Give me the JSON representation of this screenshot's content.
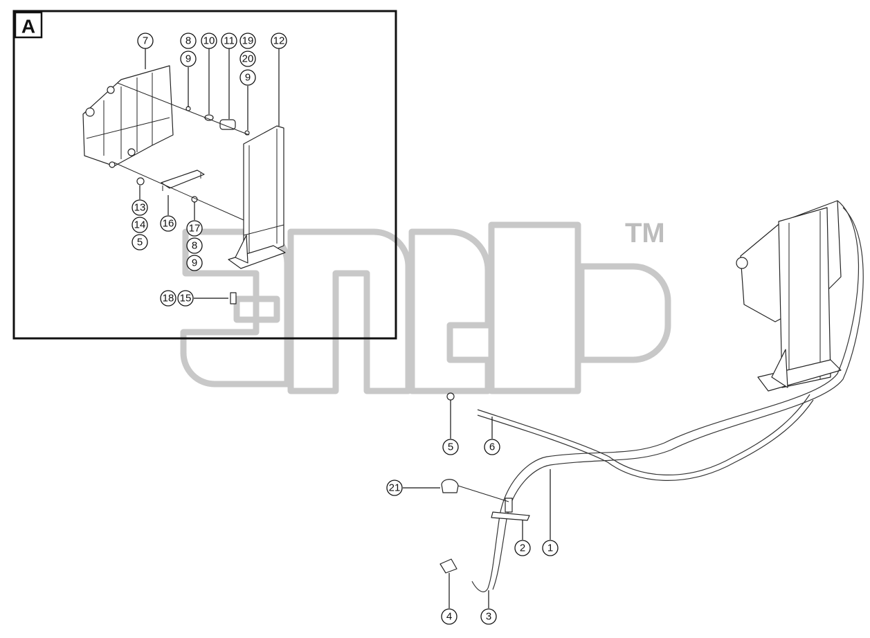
{
  "inset": {
    "label": "A"
  },
  "watermark": {
    "trademark": "TM"
  },
  "callouts": [
    {
      "id": "c7",
      "label": "7"
    },
    {
      "id": "c8a",
      "label": "8"
    },
    {
      "id": "c9a",
      "label": "9"
    },
    {
      "id": "c10",
      "label": "10"
    },
    {
      "id": "c11",
      "label": "11"
    },
    {
      "id": "c19",
      "label": "19"
    },
    {
      "id": "c20",
      "label": "20"
    },
    {
      "id": "c9b",
      "label": "9"
    },
    {
      "id": "c12",
      "label": "12"
    },
    {
      "id": "c13",
      "label": "13"
    },
    {
      "id": "c14",
      "label": "14"
    },
    {
      "id": "c5a",
      "label": "5"
    },
    {
      "id": "c16",
      "label": "16"
    },
    {
      "id": "c17",
      "label": "17"
    },
    {
      "id": "c8b",
      "label": "8"
    },
    {
      "id": "c9c",
      "label": "9"
    },
    {
      "id": "c18",
      "label": "18"
    },
    {
      "id": "c15",
      "label": "15"
    },
    {
      "id": "c5b",
      "label": "5"
    },
    {
      "id": "c6",
      "label": "6"
    },
    {
      "id": "c21",
      "label": "21"
    },
    {
      "id": "c2",
      "label": "2"
    },
    {
      "id": "c1",
      "label": "1"
    },
    {
      "id": "c4",
      "label": "4"
    },
    {
      "id": "c3",
      "label": "3"
    }
  ]
}
